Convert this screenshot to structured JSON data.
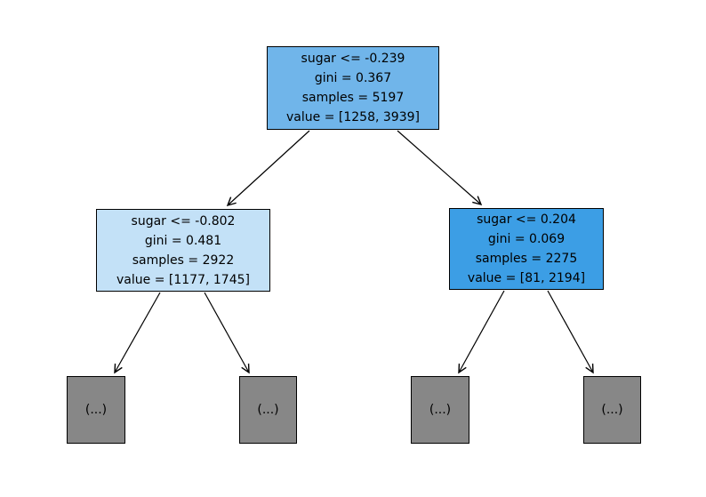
{
  "figure": {
    "background": "#ffffff",
    "edge_color": "#000000",
    "text_color": "#000000"
  },
  "tree": {
    "nodes": [
      {
        "id": "root",
        "lines": [
          "sugar <= -0.239",
          "gini = 0.367",
          "samples = 5197",
          "value = [1258, 3939]"
        ],
        "fill": "#70b5ea"
      },
      {
        "id": "left-child",
        "lines": [
          "sugar <= -0.802",
          "gini = 0.481",
          "samples = 2922",
          "value = [1177, 1745]"
        ],
        "fill": "#c3e1f7"
      },
      {
        "id": "right-child",
        "lines": [
          "sugar <= 0.204",
          "gini = 0.069",
          "samples = 2275",
          "value = [81, 2194]"
        ],
        "fill": "#3c9ee5"
      },
      {
        "id": "leaf-1",
        "label": "(...)",
        "fill": "#878787"
      },
      {
        "id": "leaf-2",
        "label": "(...)",
        "fill": "#878787"
      },
      {
        "id": "leaf-3",
        "label": "(...)",
        "fill": "#878787"
      },
      {
        "id": "leaf-4",
        "label": "(...)",
        "fill": "#878787"
      }
    ],
    "edges": [
      {
        "from": "root",
        "to": "left-child"
      },
      {
        "from": "root",
        "to": "right-child"
      },
      {
        "from": "left-child",
        "to": "leaf-1"
      },
      {
        "from": "left-child",
        "to": "leaf-2"
      },
      {
        "from": "right-child",
        "to": "leaf-3"
      },
      {
        "from": "right-child",
        "to": "leaf-4"
      }
    ]
  }
}
